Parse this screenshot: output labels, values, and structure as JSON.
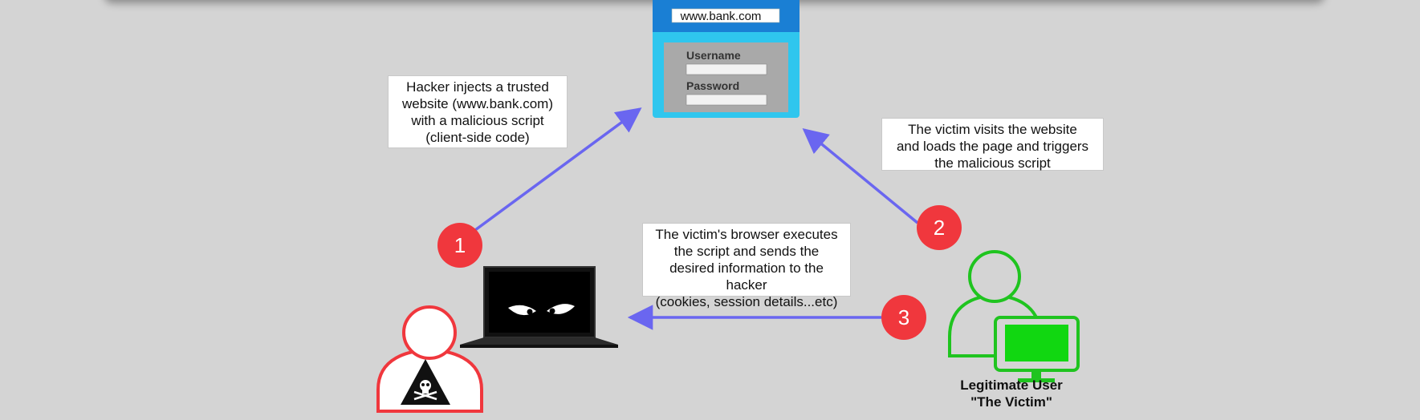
{
  "website": {
    "url": "www.bank.com",
    "username_label": "Username",
    "password_label": "Password"
  },
  "steps": [
    {
      "number": "1",
      "text": "Hacker injects a trusted\nwebsite (www.bank.com)\nwith a malicious script\n(client-side code)"
    },
    {
      "number": "2",
      "text": "The victim visits the website\nand loads the page and triggers\nthe malicious script"
    },
    {
      "number": "3",
      "text": "The victim's browser executes\nthe script and sends the\ndesired information to the hacker\n(cookies, session details...etc)"
    }
  ],
  "victim": {
    "label": "Legitimate User\n\"The Victim\""
  },
  "colors": {
    "background": "#d4d4d4",
    "arrow": "#6a66f0",
    "badge": "#f0373d",
    "hacker": "#f0373d",
    "victim": "#1fc41f",
    "browser_frame": "#2fc6ee",
    "browser_bar": "#1a7fd4"
  },
  "icons": [
    "skull-crossbones-icon",
    "laptop-icon",
    "user-icon",
    "monitor-icon"
  ]
}
